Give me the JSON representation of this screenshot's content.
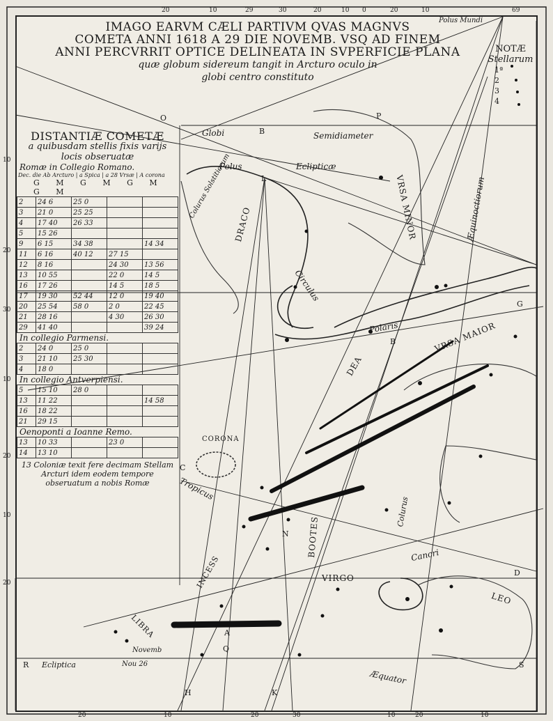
{
  "title": {
    "line1": "IMAGO EARVM CÆLI PARTIVM QVAS MAGNVS",
    "line2": "COMETA ANNI 1618 A 29 DIE NOVEMB. VSQ AD FINEM",
    "line3": "ANNI PERCVRRIT OPTICE DELINEATA IN SVPERFICIE PLANA",
    "line4": "quæ globum sidereum tangit in Arcturo oculo in",
    "line5": "globi centro constituto"
  },
  "notae": {
    "title": "NOTÆ",
    "subtitle": "Stellarum",
    "rows": [
      "1ª",
      "2",
      "3",
      "4"
    ]
  },
  "table": {
    "title": "DISTANTIÆ COMETÆ",
    "sub1": "a quibusdam stellis fixis varijs",
    "sub2": "locis obseruatæ",
    "college1": "Romæ in Collegio Romano.",
    "col_header": "Dec. die  Ab Arcturo | a Spica | a 28 Vrsæ | A corona",
    "gm": "G M G M G M G M",
    "rows_romano": [
      [
        "2",
        "24 6",
        "25 0",
        "",
        ""
      ],
      [
        "3",
        "21 0",
        "25 25",
        "",
        ""
      ],
      [
        "4",
        "17 40",
        "26 33",
        "",
        ""
      ],
      [
        "5",
        "15 26",
        "",
        "",
        ""
      ],
      [
        "9",
        "6 15",
        "34 38",
        "",
        "14 34"
      ],
      [
        "11",
        "6 16",
        "40 12",
        "27 15",
        ""
      ],
      [
        "12",
        "8 16",
        "",
        "24 30",
        "13 56"
      ],
      [
        "13",
        "10 55",
        "",
        "22 0",
        "14 5"
      ],
      [
        "16",
        "17 26",
        "",
        "14 5",
        "18 5"
      ],
      [
        "17",
        "19 30",
        "52 44",
        "12 0",
        "19 40"
      ],
      [
        "20",
        "25 54",
        "58 0",
        "2 0",
        "22 45"
      ],
      [
        "21",
        "28 16",
        "",
        "4 30",
        "26 30"
      ],
      [
        "29",
        "41 40",
        "",
        "",
        "39 24"
      ]
    ],
    "college2": "In collegio Parmensi.",
    "rows_parma": [
      [
        "2",
        "24 0",
        "25 0",
        "",
        ""
      ],
      [
        "3",
        "21 10",
        "25 30",
        "",
        ""
      ],
      [
        "4",
        "18 0",
        "",
        "",
        ""
      ]
    ],
    "college3": "In collegio Antverpiensi.",
    "rows_antv": [
      [
        "5",
        "15 10",
        "28 0",
        "",
        ""
      ],
      [
        "13",
        "11 22",
        "",
        "",
        "14 58"
      ],
      [
        "16",
        "18 22",
        "",
        "",
        ""
      ],
      [
        "21",
        "29 15",
        "",
        "",
        ""
      ]
    ],
    "college4": "Oenoponti a Ioanne Remo.",
    "rows_oen": [
      [
        "13",
        "10 33",
        "",
        "23 0",
        ""
      ],
      [
        "14",
        "13 10",
        "",
        "",
        ""
      ]
    ],
    "note_day": "13",
    "note": "Coloniæ texit fere decimam Stellam Arcturi idem eodem tempore obseruatum a nobis Romæ"
  },
  "labels": {
    "polus_mundi": "Polus Mundi",
    "globi": "Globi",
    "semidiameter": "Semidiameter",
    "polus": "Polus",
    "eclipticae": "Eclipticæ",
    "colurus_solstitiorum": "Colurus Solstitiorum",
    "draco": "DRACO",
    "vrsa_minor": "VRSA MINOR",
    "aequinoctiorum": "Æquinoctiorum",
    "circulus": "Circulus",
    "polaris": "Polaris",
    "dea": "DEA",
    "vrsa_maior": "VRSA MAIOR",
    "corona": "CORONA",
    "tropicus": "Tropicus",
    "colurus": "Colurus",
    "bootes": "BOOTES",
    "incess": "INCESS",
    "cancri": "Cancri",
    "virgo": "VIRGO",
    "leo": "LEO",
    "libra": "LIBRA",
    "ecliptica": "Ecliptica",
    "aequator": "Æquator",
    "novemb": "Novemb",
    "nou26": "Nou 26"
  },
  "letters": {
    "O": "O",
    "P": "P",
    "B1": "B",
    "L": "L",
    "G": "G",
    "B2": "B",
    "C": "C",
    "N": "N",
    "D": "D",
    "A": "A",
    "R": "R",
    "S": "S",
    "H": "H",
    "K": "K",
    "Q": "Q"
  },
  "edge_numbers": {
    "top": [
      "20",
      "10",
      "29",
      "30",
      "20",
      "10",
      "0",
      "20",
      "10",
      "69"
    ],
    "left": [
      "10",
      "20",
      "30",
      "10",
      "20",
      "10",
      "20"
    ],
    "bottom": [
      "20",
      "10",
      "20",
      "30",
      "10",
      "20",
      "10"
    ]
  },
  "colors": {
    "paper": "#f0ede5",
    "ink": "#1a1a1a"
  }
}
